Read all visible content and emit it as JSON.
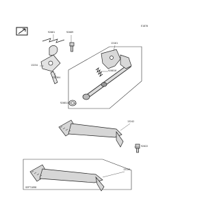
{
  "diagram": {
    "figure_code": "E1870",
    "labels": [
      {
        "key": "p92081",
        "text": "92081"
      },
      {
        "key": "p92009",
        "text": "92009"
      },
      {
        "key": "p13234",
        "text": "13234"
      },
      {
        "key": "p132364",
        "text": "132364"
      },
      {
        "key": "p13161",
        "text": "13161"
      },
      {
        "key": "p920816",
        "text": "920816"
      },
      {
        "key": "p920814",
        "text": "920814"
      },
      {
        "key": "p13242",
        "text": "13242"
      },
      {
        "key": "p92022",
        "text": "92022"
      },
      {
        "key": "p13159",
        "text": "13159"
      },
      {
        "key": "model_note",
        "text": "SEPT1098"
      }
    ]
  }
}
